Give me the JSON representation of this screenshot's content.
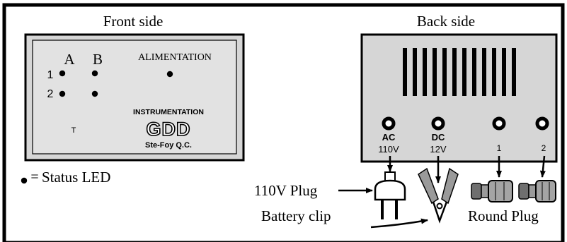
{
  "front": {
    "heading": "Front side",
    "col_a": "A",
    "col_b": "B",
    "row_1": "1",
    "row_2": "2",
    "alimentation": "ALIMENTATION",
    "t_label": "T",
    "logo_lines": [
      "INSTRUMENTATION",
      "GDD",
      "Ste-Foy Q.C."
    ]
  },
  "back": {
    "heading": "Back side",
    "ports": [
      {
        "top": "AC",
        "bottom": "110V"
      },
      {
        "top": "DC",
        "bottom": "12V"
      },
      {
        "top": "1",
        "bottom": ""
      },
      {
        "top": "2",
        "bottom": ""
      }
    ]
  },
  "legend": {
    "equals": "=",
    "status_led": "Status LED"
  },
  "callouts": {
    "plug_110v": "110V Plug",
    "battery_clip": "Battery clip",
    "round_plug": "Round Plug"
  }
}
